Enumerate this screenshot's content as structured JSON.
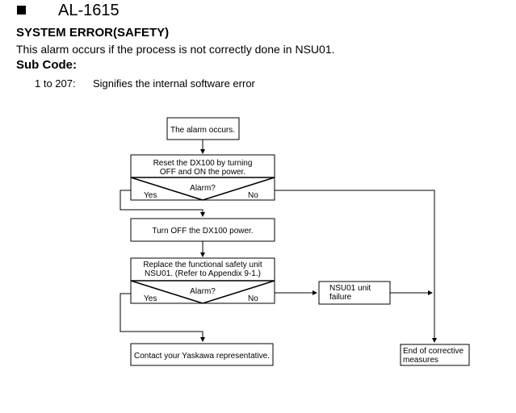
{
  "header": {
    "alarm_code": "AL-1615",
    "title": "SYSTEM ERROR(SAFETY)",
    "description": "This alarm occurs if the process is not correctly done in NSU01.",
    "subcode_heading": "Sub Code:",
    "subcode_range": "1 to 207:",
    "subcode_meaning": "Signifies the internal software error"
  },
  "flowchart": {
    "start": "The alarm occurs.",
    "reset_line1": "Reset the DX100 by turning",
    "reset_line2": "OFF and ON the power.",
    "decision1_question": "Alarm?",
    "decision1_yes": "Yes",
    "decision1_no": "No",
    "turn_off": "Turn OFF the DX100 power.",
    "replace_line1": "Replace the functional safety unit",
    "replace_line2": "NSU01. (Refer to Appendix 9-1.)",
    "decision2_question": "Alarm?",
    "decision2_yes": "Yes",
    "decision2_no": "No",
    "failure_line1": "NSU01 unit",
    "failure_line2": "failure",
    "contact": "Contact your Yaskawa representative.",
    "end_line1": "End of corrective",
    "end_line2": "measures"
  }
}
